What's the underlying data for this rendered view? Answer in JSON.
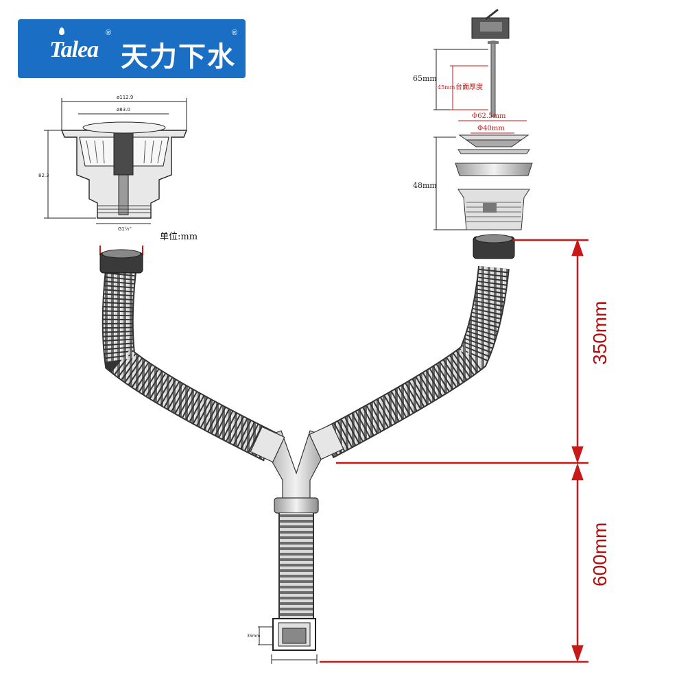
{
  "logo": {
    "brand": "Talea",
    "cn_name": "天力下水",
    "registered": "®"
  },
  "unit_label": "单位:mm",
  "strainer_dims": {
    "outer_dia": "ø112.9",
    "inner_dia": "ø83.0",
    "height": "82.3",
    "thread": "G1½\""
  },
  "fitting_dims": {
    "bolt_length": "65mm",
    "countertop_range": "45mm",
    "countertop_label": "台面厚度",
    "flange_dia": "Φ62.5mm",
    "drain_dia": "Φ40mm",
    "body_height": "48mm"
  },
  "hose_dims": {
    "upper_length": "350mm",
    "lower_length": "600mm",
    "outlet_small": "35mm"
  },
  "colors": {
    "logo_blue": "#1a6fc4",
    "dimension_red": "#c81818",
    "hose_gray": "#8a8a8a"
  }
}
